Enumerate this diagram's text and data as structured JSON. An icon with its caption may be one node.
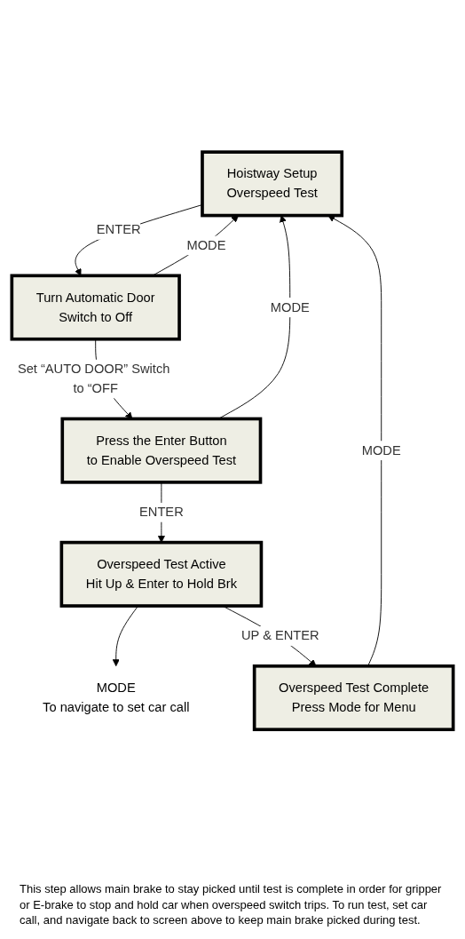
{
  "diagram": {
    "nodes": [
      {
        "text": [
          "Hoistway Setup",
          "Overspeed Test"
        ]
      },
      {
        "text": [
          "Turn Automatic Door",
          "Switch to Off"
        ]
      },
      {
        "text": [
          "Press the Enter Button",
          "to Enable Overspeed Test"
        ]
      },
      {
        "text": [
          "Overspeed Test Active",
          "Hit Up & Enter to Hold Brk"
        ]
      },
      {
        "text": [
          "MODE",
          "To navigate to set car call"
        ]
      },
      {
        "text": [
          "Overspeed Test Complete",
          "Press Mode for Menu"
        ]
      }
    ],
    "edges": [
      {
        "from": 0,
        "to": 1,
        "arrow": "to",
        "label": "ENTER"
      },
      {
        "from": 1,
        "to": 0,
        "arrow": "to",
        "label": "MODE"
      },
      {
        "from": 1,
        "to": 2,
        "arrow": "to",
        "label": "Set “AUTO DOOR” Switch to “OFF"
      },
      {
        "from": 2,
        "to": 0,
        "arrow": "to",
        "label": "MODE"
      },
      {
        "from": 2,
        "to": 3,
        "arrow": "to",
        "label": "ENTER"
      },
      {
        "from": 3,
        "to": 4,
        "arrow": "to"
      },
      {
        "from": 3,
        "to": 5,
        "arrow": "to",
        "label": "UP & ENTER"
      },
      {
        "from": 5,
        "to": 0,
        "arrow": "to",
        "label": "MODE"
      }
    ],
    "labels": [
      "This step allows main brake to stay picked until test is complete in order for gripper or E-brake to stop and hold car when overspeed switch trips.  To run test, set car call, and navigate back to screen above to keep main brake picked during test."
    ]
  }
}
